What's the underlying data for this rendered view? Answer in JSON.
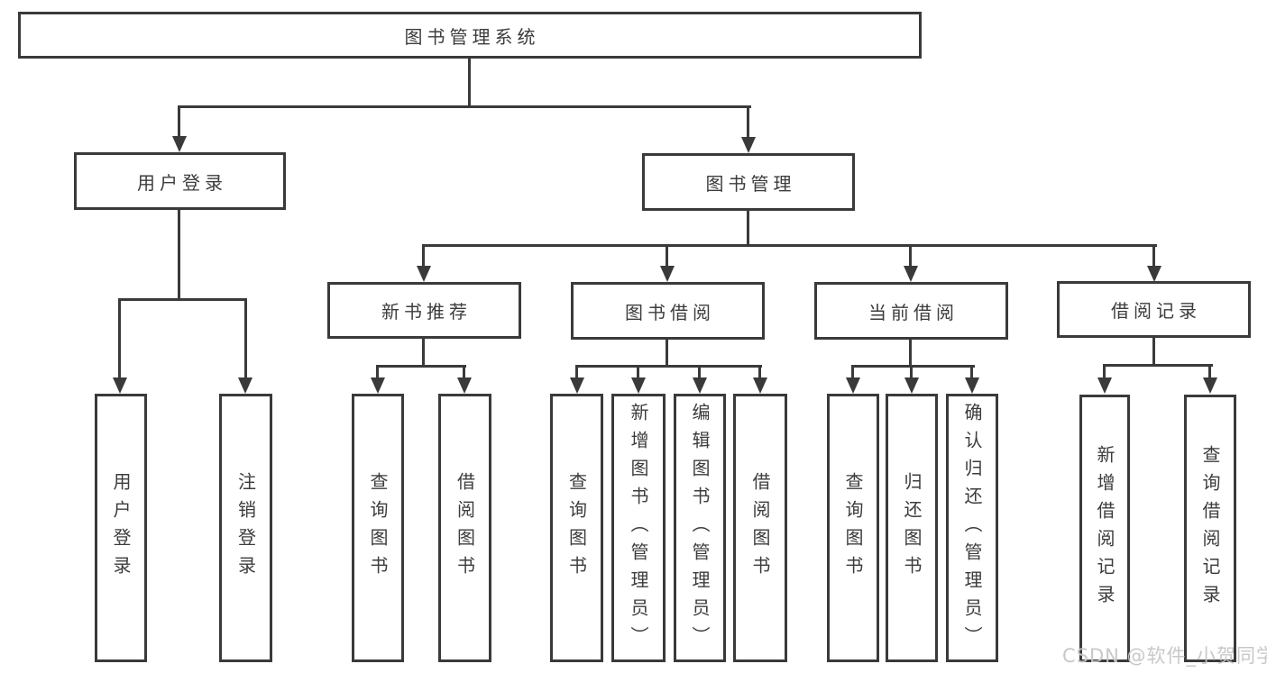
{
  "title": "图书管理系统",
  "nodes": {
    "root": "图书管理系统",
    "user_login": "用户登录",
    "book_mgmt": "图书管理",
    "new_book_rec": "新书推荐",
    "book_borrow": "图书借阅",
    "current_borrow": "当前借阅",
    "borrow_record": "借阅记录",
    "ul_user_login": "用户登录",
    "ul_logout": "注销登录",
    "nb_query_book": "查询图书",
    "nb_borrow_book": "借阅图书",
    "bb_query_book": "查询图书",
    "bb_add_book": "新增图书（管理员）",
    "bb_edit_book": "编辑图书（管理员）",
    "bb_borrow_book": "借阅图书",
    "cb_query_book": "查询图书",
    "cb_return_book": "归还图书",
    "cb_confirm_return": "确认归还（管理员）",
    "br_add_record": "新增借阅记录",
    "br_query_record": "查询借阅记录"
  },
  "hierarchy": [
    {
      "label": "图书管理系统",
      "children": [
        {
          "label": "用户登录",
          "children": [
            {
              "label": "用户登录"
            },
            {
              "label": "注销登录"
            }
          ]
        },
        {
          "label": "图书管理",
          "children": [
            {
              "label": "新书推荐",
              "children": [
                {
                  "label": "查询图书"
                },
                {
                  "label": "借阅图书"
                }
              ]
            },
            {
              "label": "图书借阅",
              "children": [
                {
                  "label": "查询图书"
                },
                {
                  "label": "新增图书（管理员）"
                },
                {
                  "label": "编辑图书（管理员）"
                },
                {
                  "label": "借阅图书"
                }
              ]
            },
            {
              "label": "当前借阅",
              "children": [
                {
                  "label": "查询图书"
                },
                {
                  "label": "归还图书"
                },
                {
                  "label": "确认归还（管理员）"
                }
              ]
            },
            {
              "label": "借阅记录",
              "children": [
                {
                  "label": "新增借阅记录"
                },
                {
                  "label": "查询借阅记录"
                }
              ]
            }
          ]
        }
      ]
    }
  ],
  "watermark": {
    "text": "CSDN @软件_小贺同学"
  },
  "colors": {
    "line": "#3a3a3a",
    "text": "#3c3c3c",
    "background": "#ffffff",
    "watermark": "rgba(197,197,197,0.95)"
  }
}
